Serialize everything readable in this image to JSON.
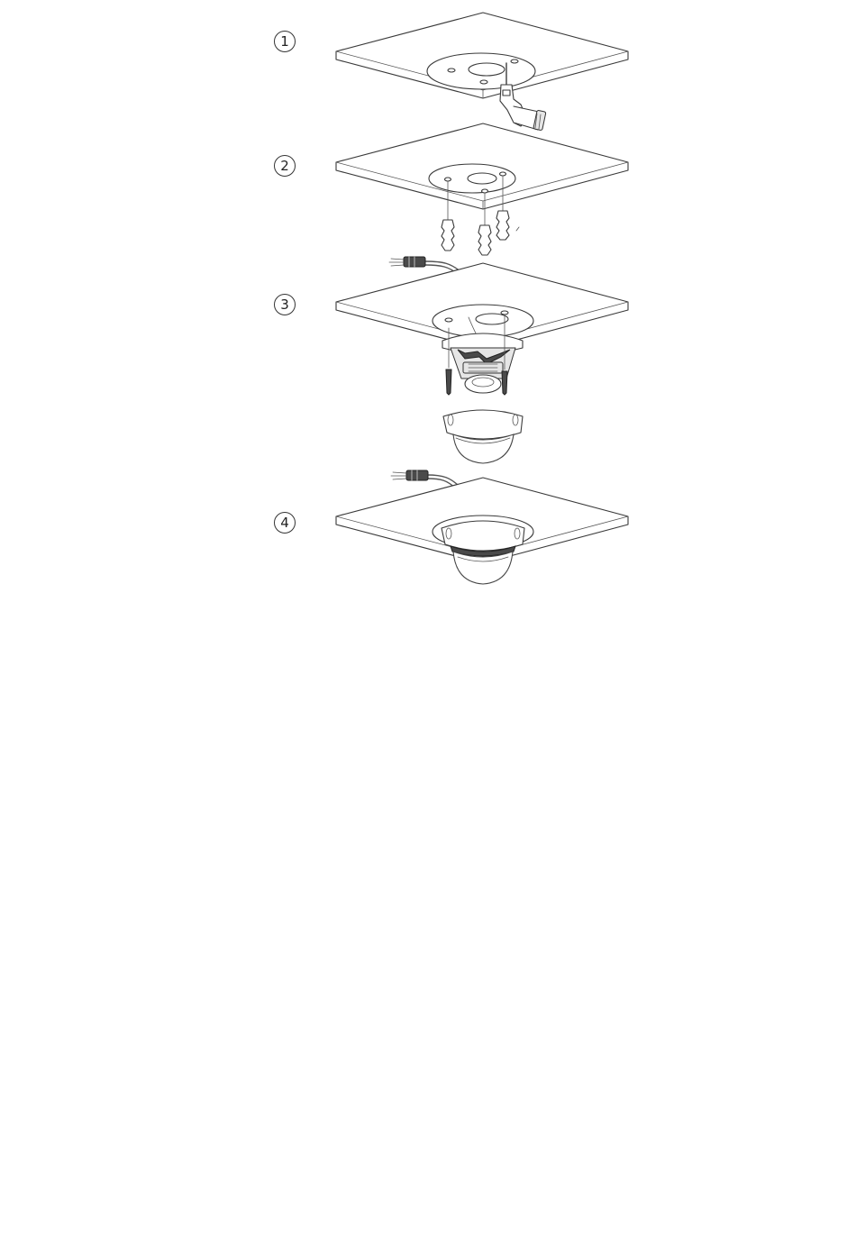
{
  "steps": [
    {
      "number": "1",
      "icon": "drill-icon"
    },
    {
      "number": "2",
      "icon": "wall-anchor-icon"
    },
    {
      "number": "3",
      "icon": "camera-base-icon"
    },
    {
      "number": "4",
      "icon": "dome-camera-icon"
    }
  ],
  "colors": {
    "line": "#3a3a3a",
    "background": "#ffffff"
  }
}
